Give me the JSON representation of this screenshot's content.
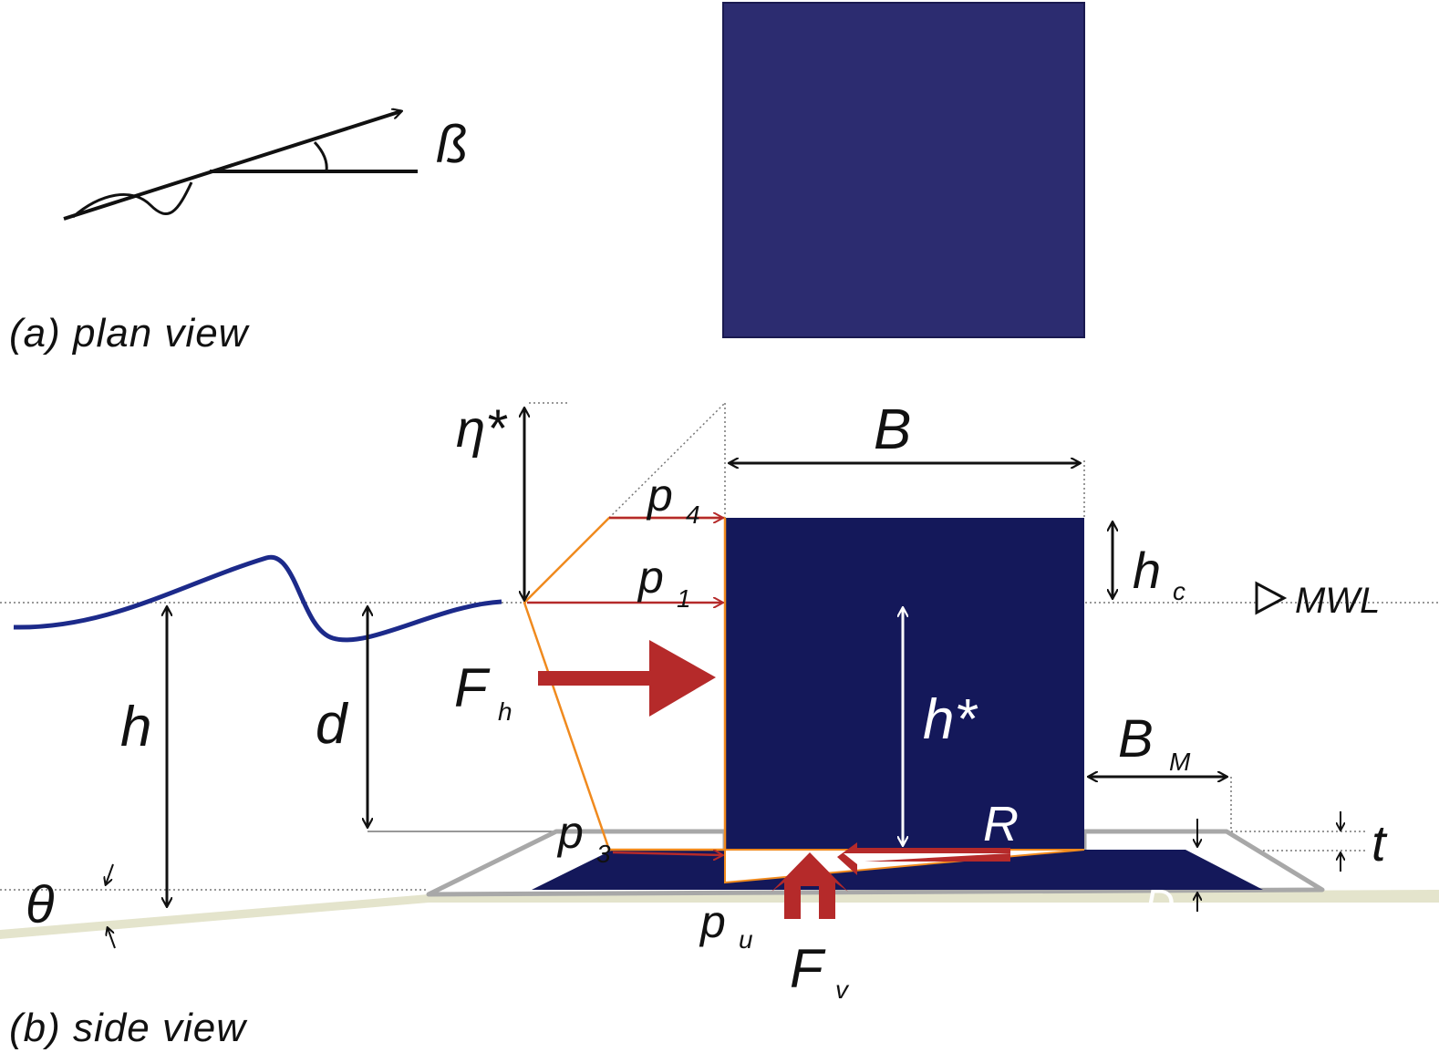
{
  "captions": {
    "plan": "(a) plan view",
    "side": "(b) side view"
  },
  "labels": {
    "beta": "ß",
    "eta_star": "η*",
    "B": "B",
    "p4": "p",
    "p4_sub": "4",
    "p1": "p",
    "p1_sub": "1",
    "hc": "h",
    "hc_sub": "c",
    "mwl": "MWL",
    "Fh": "F",
    "Fh_sub": "h",
    "h": "h",
    "d": "d",
    "h_star": "h*",
    "BM": "B",
    "BM_sub": "M",
    "R": "R",
    "p3": "p",
    "p3_sub": "3",
    "t": "t",
    "theta": "θ",
    "D": "D",
    "pu": "p",
    "pu_sub": "u",
    "Fv": "F",
    "Fv_sub": "v"
  },
  "colors": {
    "caisson": "#14185a",
    "plan_caisson": "#2c2c70",
    "wave": "#1c2a8a",
    "force": "#b52a2a",
    "pressure_line": "#f08a1e",
    "mound_outline": "#a8a8a8",
    "seabed": "#e4e4cc",
    "ink": "#111111"
  }
}
